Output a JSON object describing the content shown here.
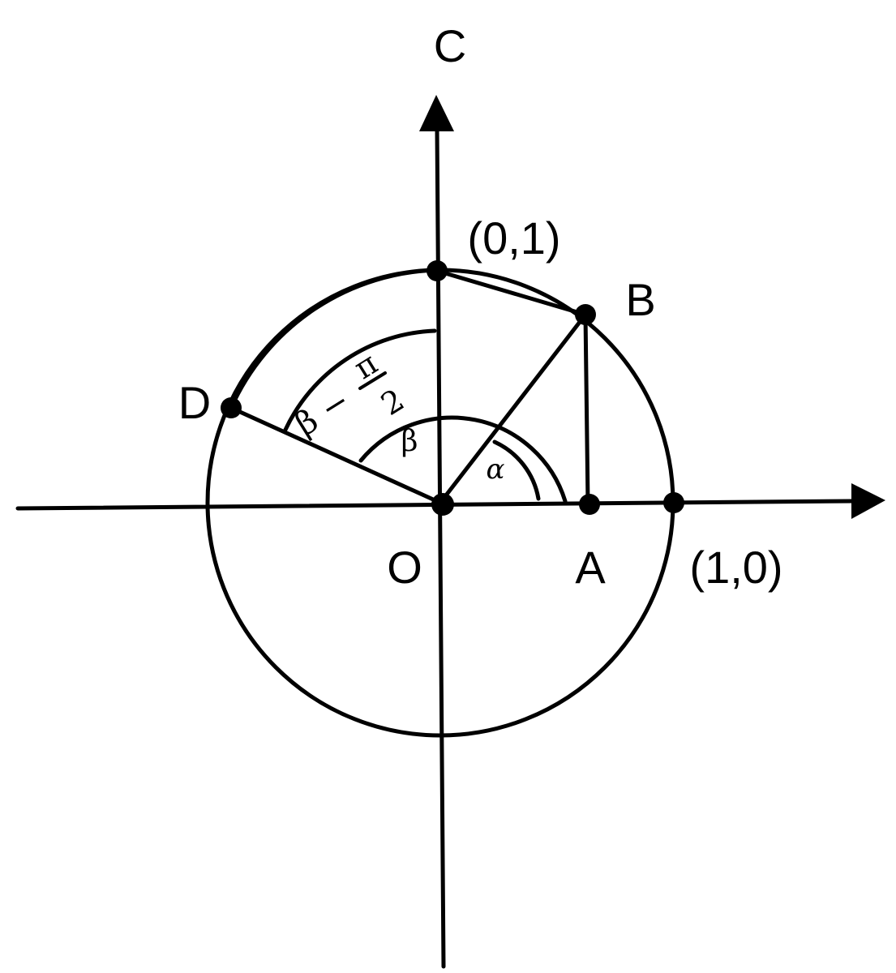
{
  "diagram": {
    "labels": {
      "C": "C",
      "point01": "(0,1)",
      "B": "B",
      "D": "D",
      "O": "O",
      "A": "A",
      "point10": "(1,0)"
    },
    "angles": {
      "beta_minus_pi_over_2_left": "β −",
      "pi": "π",
      "two": "2",
      "beta": "β",
      "alpha": "α"
    }
  }
}
